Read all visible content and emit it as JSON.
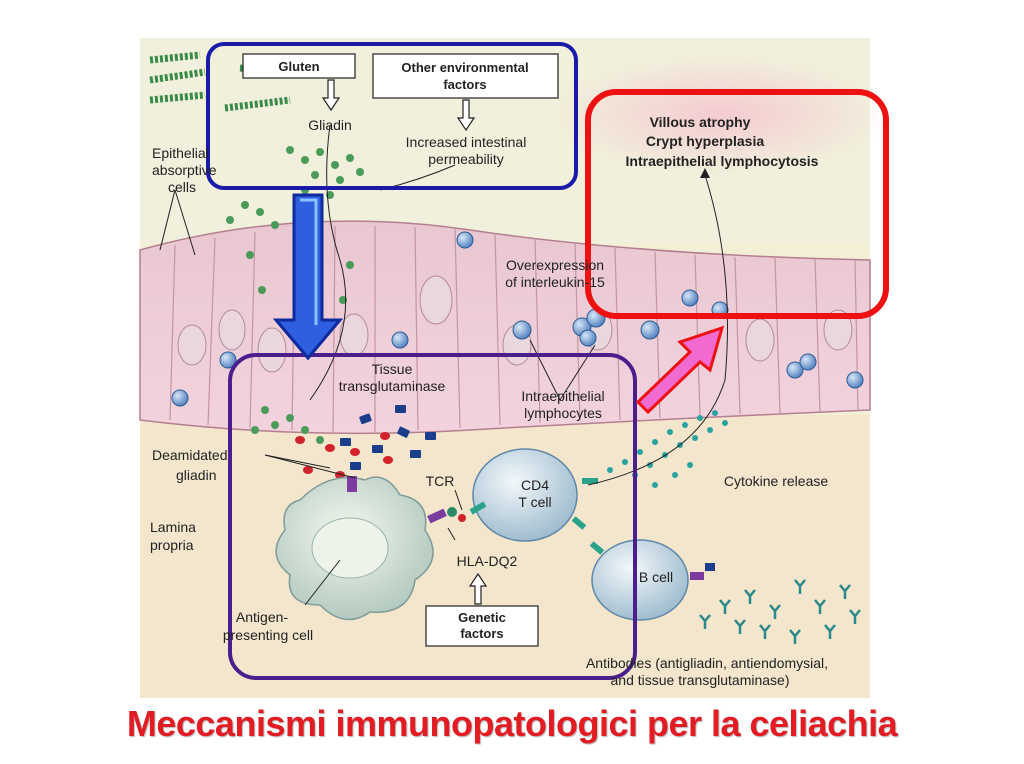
{
  "slide": {
    "title": "Meccanismi immunopatologici per la celiachia"
  },
  "diagram": {
    "input_box": {
      "gluten": "Gluten",
      "other_factors_line1": "Other environmental",
      "other_factors_line2": "factors",
      "gliadin": "Gliadin",
      "permeability_line1": "Increased intestinal",
      "permeability_line2": "permeability"
    },
    "outcome_box": {
      "line1": "Villous atrophy",
      "line2": "Crypt hyperplasia",
      "line3": "Intraepithelial lymphocytosis"
    },
    "epithelium": {
      "absorptive_line1": "Epithelial",
      "absorptive_line2": "absorptive",
      "absorptive_line3": "cells",
      "il15_line1": "Overexpression",
      "il15_line2": "of interleukin-15",
      "iel_line1": "Intraepithelial",
      "iel_line2": "lymphocytes"
    },
    "lamina": {
      "transglutaminase_line1": "Tissue",
      "transglutaminase_line2": "transglutaminase",
      "deamidated_line1": "Deamidated",
      "deamidated_line2": "gliadin",
      "lamina_line1": "Lamina",
      "lamina_line2": "propria",
      "tcr": "TCR",
      "cd4_line1": "CD4",
      "cd4_line2": "T cell",
      "hla": "HLA-DQ2",
      "genetic_line1": "Genetic",
      "genetic_line2": "factors",
      "apc_line1": "Antigen-",
      "apc_line2": "presenting cell",
      "bcell": "B cell",
      "cytokine": "Cytokine release",
      "antibodies_line1": "Antibodies (antigliadin, antiendomysial,",
      "antibodies_line2": "and tissue transglutaminase)"
    },
    "colors": {
      "input_border": "#1a1aa8",
      "outcome_border": "#ee1111",
      "lamina_border": "#4a1e8c",
      "blue_arrow": "#2e5fe0",
      "pink_arrow": "#f06ad0",
      "title": "#e31b23"
    }
  }
}
